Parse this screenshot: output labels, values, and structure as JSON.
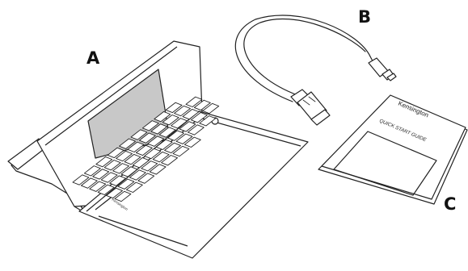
{
  "callouts": {
    "a": "A",
    "b": "B",
    "c": "C"
  },
  "keyboard_brand": "Kensington",
  "guide": {
    "brand": "Kensington",
    "title": "QUICK START GUIDE"
  },
  "colors": {
    "line": "#222222",
    "screen_fill": "#c8c8c8",
    "key_fill": "#ffffff",
    "paper_fill": "#ffffff"
  }
}
